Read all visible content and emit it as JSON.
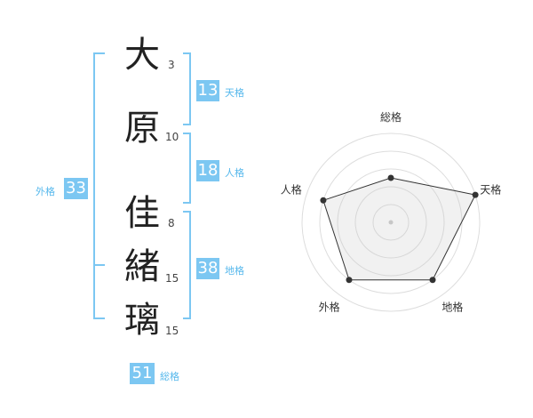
{
  "name_chars": [
    {
      "char": "大",
      "strokes": "3"
    },
    {
      "char": "原",
      "strokes": "10"
    },
    {
      "char": "佳",
      "strokes": "8"
    },
    {
      "char": "緒",
      "strokes": "15"
    },
    {
      "char": "璃",
      "strokes": "15"
    }
  ],
  "kaku": {
    "tenkaku": {
      "value": "13",
      "label": "天格"
    },
    "jinkaku": {
      "value": "18",
      "label": "人格"
    },
    "chikaku": {
      "value": "38",
      "label": "地格"
    },
    "gaikaku": {
      "value": "33",
      "label": "外格"
    },
    "soukaku": {
      "value": "51",
      "label": "総格"
    }
  },
  "colors": {
    "accent": "#7cc7f2",
    "bracket": "#7cc7f2",
    "label": "#56b8ec"
  },
  "chart_data": {
    "type": "radar",
    "axes": [
      "総格",
      "天格",
      "地格",
      "外格",
      "人格"
    ],
    "values": [
      2.5,
      5,
      4,
      4,
      4
    ],
    "max": 5,
    "rings": 5
  }
}
